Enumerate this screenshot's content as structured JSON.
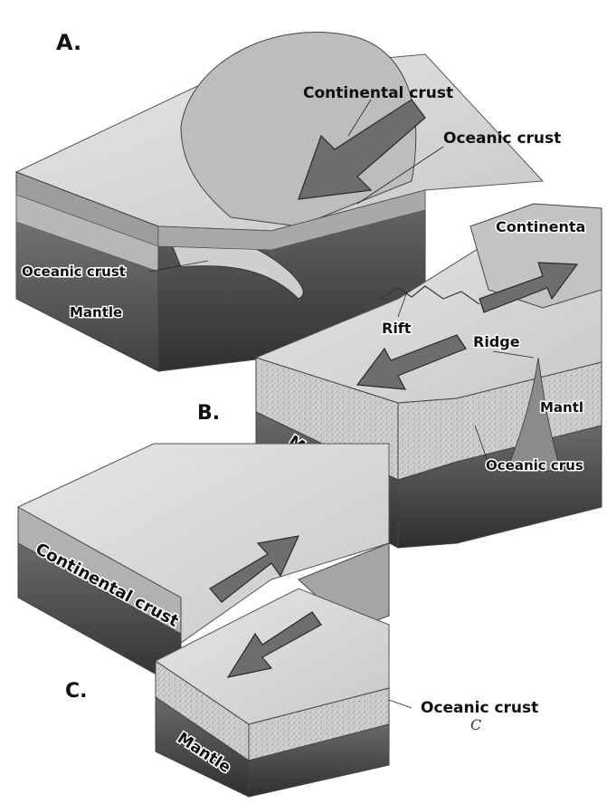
{
  "panels": {
    "a": {
      "letter": "A.",
      "continental_crust": "Continental crust",
      "oceanic_crust_top": "Oceanic crust",
      "oceanic_crust_side": "Oceanic crust",
      "mantle": "Mantle"
    },
    "b": {
      "letter": "B.",
      "continental": "Continenta",
      "rift": "Rift",
      "ridge": "Ridge",
      "mantle_side": "Mantl",
      "mantle_front": "Mantle",
      "oceanic_crust": "Oceanic crus"
    },
    "c": {
      "letter": "C.",
      "continental_crust": "Continental crust",
      "oceanic_crust": "Oceanic crust",
      "mantle": "Mantle",
      "stray_mark": "C"
    }
  },
  "colors": {
    "top_surface": "#d9d9d9",
    "crust_side": "#bdbdbd",
    "mantle": "#5e5e5e",
    "mantle_dark": "#3a3a3a",
    "arrow_fill": "#6d6d6d",
    "arrow_edge": "#2a2a2a"
  }
}
